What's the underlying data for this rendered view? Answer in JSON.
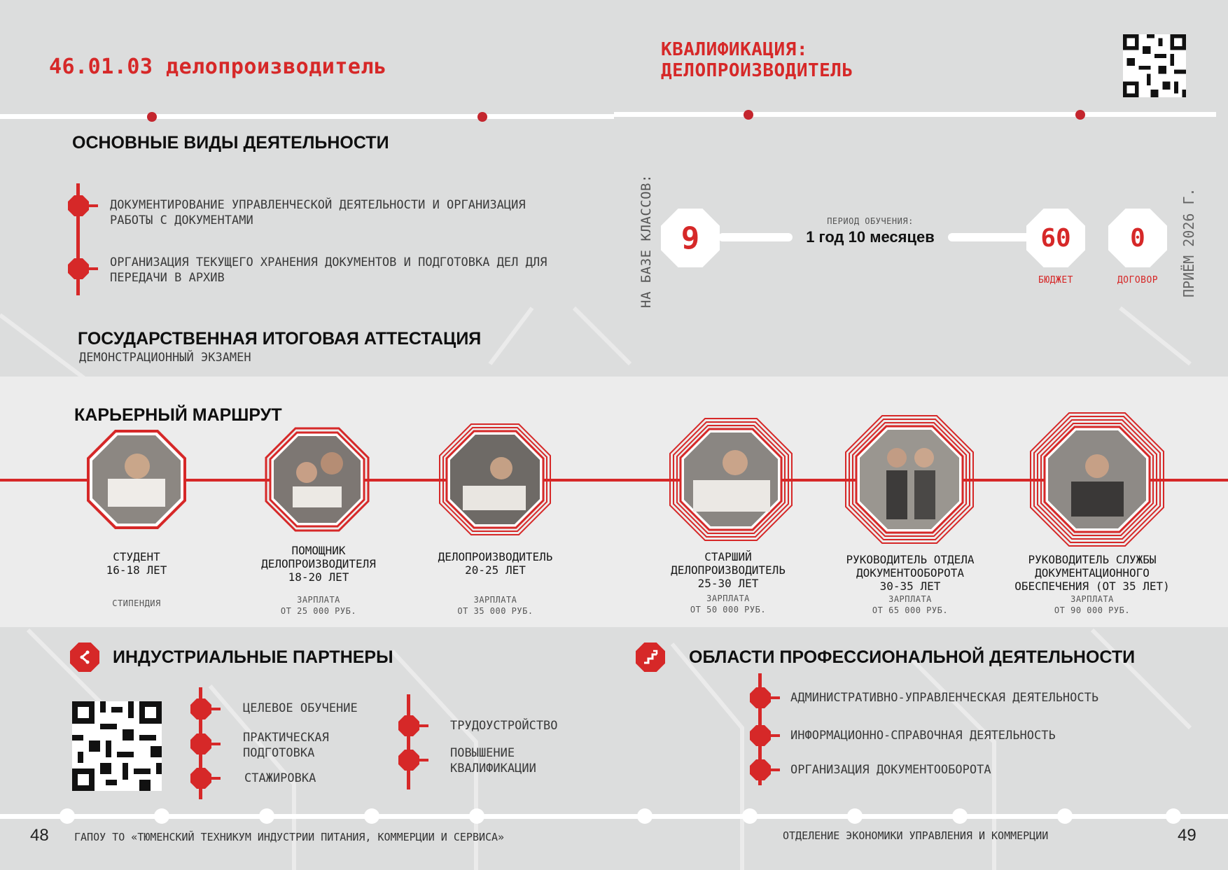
{
  "left": {
    "title": "46.01.03 делопроизводитель",
    "activities_heading": "ОСНОВНЫЕ ВИДЫ ДЕЯТЕЛЬНОСТИ",
    "activities": [
      "документирование управленческой деятельности и организация работы с документами",
      "организация текущего хранения документов и подготовка дел для передачи в архив"
    ],
    "attestation_heading": "ГОСУДАРСТВЕННАЯ ИТОГОВАЯ АТТЕСТАЦИЯ",
    "attestation_sub": "демонстрационный экзамен",
    "career_heading": "КАРЬЕРНЫЙ МАРШРУТ",
    "partners_heading": "ИНДУСТРИАЛЬНЫЕ ПАРТНЕРЫ",
    "partners_col1": [
      "целевое обучение",
      "практическая подготовка",
      "стажировка"
    ],
    "partners_col2": [
      "трудоустройство",
      "повышение квалификации"
    ],
    "page_number": "48",
    "footer": "ГАПОУ ТО «Тюменский техникум индустрии питания, коммерции и сервиса»"
  },
  "right": {
    "qualification_line1": "КВАЛИФИКАЦИЯ:",
    "qualification_line2": "делопроизводитель",
    "base_classes_label": "на базе классов:",
    "base_classes_value": "9",
    "period_label": "период обучения:",
    "period_value": "1 год 10 месяцев",
    "budget_value": "60",
    "budget_label": "бюджет",
    "contract_value": "0",
    "contract_label": "договор",
    "admission_label": "приём 2026 г.",
    "areas_heading": "ОБЛАСТИ ПРОФЕССИОНАЛЬНОЙ ДЕЯТЕЛЬНОСТИ",
    "areas": [
      "административно-управленческая деятельность",
      "информационно-справочная деятельность",
      "организация документооборота"
    ],
    "page_number": "49",
    "footer": "отделение экономики управления и коммерции"
  },
  "career": [
    {
      "title": "студент\n16-18 лет",
      "salary_label": "",
      "salary_value": "стипендия"
    },
    {
      "title": "помощник\nделопроизводителя\n18-20 лет",
      "salary_label": "зарплата",
      "salary_value": "от 25 000 руб."
    },
    {
      "title": "делопроизводитель\n20-25 лет",
      "salary_label": "зарплата",
      "salary_value": "от 35 000 руб."
    },
    {
      "title": "старший\nделопроизводитель\n25-30 лет",
      "salary_label": "зарплата",
      "salary_value": "от 50 000 руб."
    },
    {
      "title": "руководитель отдела\nдокументооборота\n30-35 лет",
      "salary_label": "зарплата",
      "salary_value": "от 65 000 руб."
    },
    {
      "title": "руководитель службы\nдокументационного\nобеспечения (от 35 лет)",
      "salary_label": "зарплата",
      "salary_value": "от 90 000 руб."
    }
  ],
  "colors": {
    "accent": "#d62828",
    "background": "#dcdddd",
    "band": "#ececec"
  },
  "icons": {
    "partners": "share-icon",
    "areas": "stairs-growth-icon"
  }
}
